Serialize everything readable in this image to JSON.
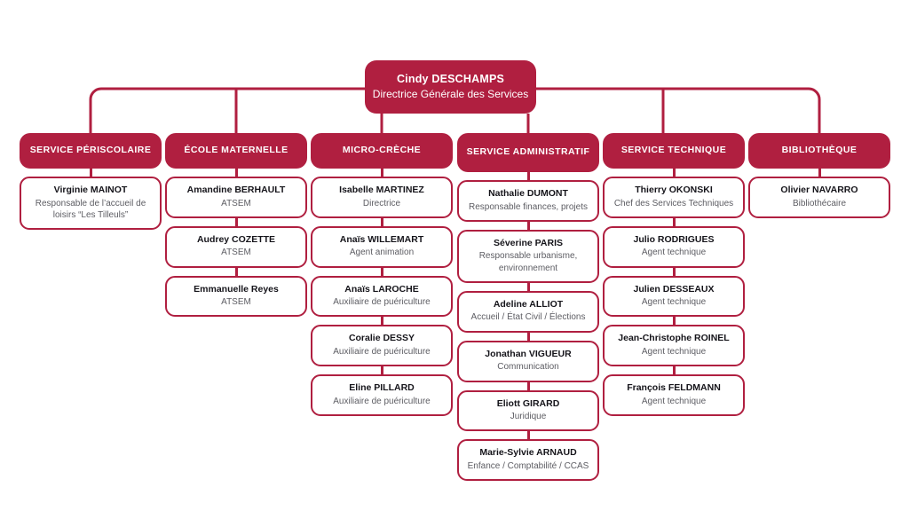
{
  "colors": {
    "brand": "#B01F40",
    "card_bg": "#FFFFFF",
    "name_text": "#15141A",
    "role_text": "#5D5D63",
    "page_bg": "#FFFFFF"
  },
  "root": {
    "name": "Cindy DESCHAMPS",
    "role": "Directrice Générale des Services"
  },
  "columns": [
    {
      "dept": "SERVICE PÉRISCOLAIRE",
      "members": [
        {
          "name": "Virginie MAINOT",
          "role": "Responsable de l’accueil de loisirs “Les Tilleuls”"
        }
      ]
    },
    {
      "dept": "ÉCOLE MATERNELLE",
      "members": [
        {
          "name": "Amandine BERHAULT",
          "role": "ATSEM"
        },
        {
          "name": "Audrey COZETTE",
          "role": "ATSEM"
        },
        {
          "name": "Emmanuelle Reyes",
          "role": "ATSEM"
        }
      ]
    },
    {
      "dept": "MICRO-CRÈCHE",
      "members": [
        {
          "name": "Isabelle MARTINEZ",
          "role": "Directrice"
        },
        {
          "name": "Anaïs WILLEMART",
          "role": "Agent animation"
        },
        {
          "name": "Anaïs LAROCHE",
          "role": "Auxiliaire de puériculture"
        },
        {
          "name": "Coralie DESSY",
          "role": "Auxiliaire de puériculture"
        },
        {
          "name": "Eline PILLARD",
          "role": "Auxiliaire de puériculture"
        }
      ]
    },
    {
      "dept": "SERVICE ADMINISTRATIF",
      "members": [
        {
          "name": "Nathalie DUMONT",
          "role": "Responsable finances, projets"
        },
        {
          "name": "Séverine PARIS",
          "role": "Responsable urbanisme, environnement"
        },
        {
          "name": "Adeline ALLIOT",
          "role": "Accueil / État Civil / Élections"
        },
        {
          "name": "Jonathan VIGUEUR",
          "role": "Communication"
        },
        {
          "name": "Eliott GIRARD",
          "role": "Juridique"
        },
        {
          "name": "Marie-Sylvie ARNAUD",
          "role": "Enfance / Comptabilité / CCAS"
        }
      ]
    },
    {
      "dept": "SERVICE TECHNIQUE",
      "members": [
        {
          "name": "Thierry OKONSKI",
          "role": "Chef des Services Techniques"
        },
        {
          "name": "Julio RODRIGUES",
          "role": "Agent technique"
        },
        {
          "name": "Julien DESSEAUX",
          "role": "Agent technique"
        },
        {
          "name": "Jean-Christophe ROINEL",
          "role": "Agent technique"
        },
        {
          "name": "François FELDMANN",
          "role": "Agent technique"
        }
      ]
    },
    {
      "dept": "BIBLIOTHÈQUE",
      "members": [
        {
          "name": "Olivier NAVARRO",
          "role": "Bibliothécaire"
        }
      ]
    }
  ]
}
